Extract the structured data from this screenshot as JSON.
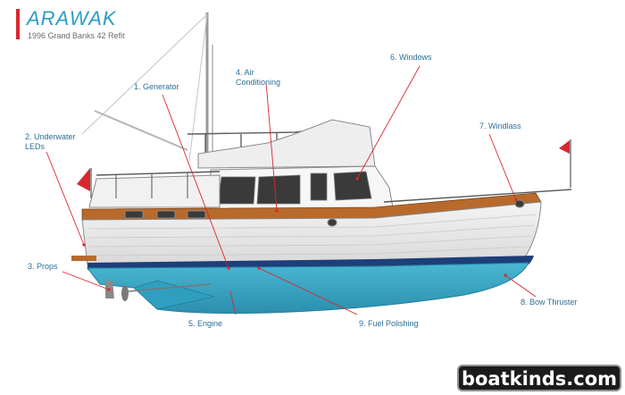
{
  "header": {
    "title": "ARAWAK",
    "subtitle": "1996 Grand Banks 42 Refit"
  },
  "callouts": {
    "generator": "1. Generator",
    "underwater_leds": "2. Underwater LEDs",
    "props": "3. Props",
    "air_conditioning": "4. Air Conditioning",
    "engine": "5. Engine",
    "windows": "6. Windows",
    "windlass": "7. Windlass",
    "bow_thruster": "8. Bow Thruster",
    "fuel_polishing": "9. Fuel Polishing"
  },
  "watermark": "boatkinds.com",
  "colors": {
    "title": "#2a9fc2",
    "callout_text": "#2a6f95",
    "leader_line": "#d7282f",
    "hull_top": "#ffffff",
    "bottom_paint": "#3aa9c8",
    "waterline": "#1d3f7a",
    "teak_trim": "#b86a2c",
    "flag": "#d7282f"
  }
}
